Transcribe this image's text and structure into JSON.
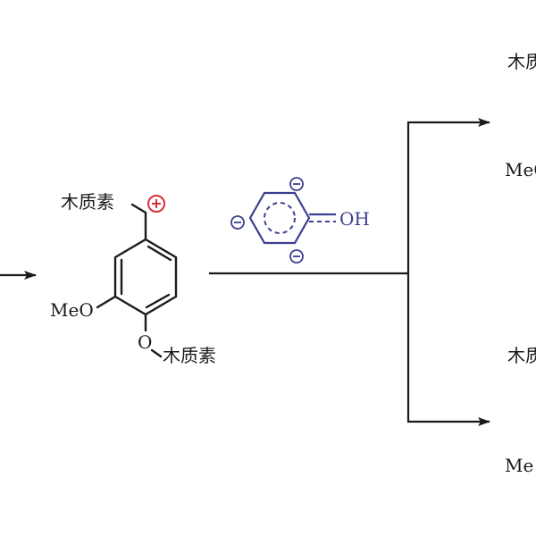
{
  "labels": {
    "lignin_top": "木质素",
    "methoxy": "MeO",
    "oxygen": "O",
    "lignin_bottom": "木质素",
    "phenol_oh": "OH",
    "product_top_partial": "木质",
    "product_top_meo_partial": "MeO",
    "product_bottom_partial": "木质",
    "product_bottom_meo_partial": "Me"
  },
  "colors": {
    "ink": "#1a1a1a",
    "cation": "#d8303a",
    "phenolate": "#3b3f8f"
  },
  "icons": {
    "cation": "plus-in-circle",
    "anion": "minus-in-circle"
  }
}
